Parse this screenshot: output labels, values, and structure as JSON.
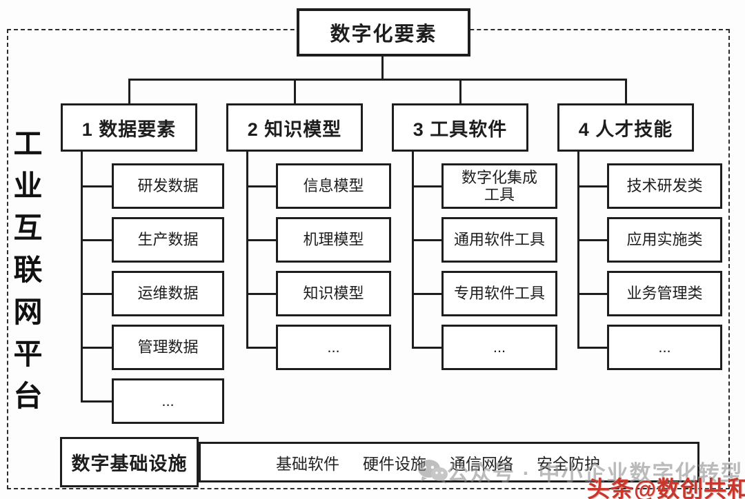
{
  "diagram": {
    "root_label": "数字化要素",
    "platform_label": "工业互联网平台",
    "columns": [
      {
        "label": "1 数据要素",
        "children": [
          "研发数据",
          "生产数据",
          "运维数据",
          "管理数据",
          "..."
        ]
      },
      {
        "label": "2 知识模型",
        "children": [
          "信息模型",
          "机理模型",
          "知识模型",
          "..."
        ]
      },
      {
        "label": "3 工具软件",
        "children": [
          "数字化集成\n工具",
          "通用软件工具",
          "专用软件工具",
          "..."
        ]
      },
      {
        "label": "4 人才技能",
        "children": [
          "技术研发类",
          "应用实施类",
          "业务管理类",
          "..."
        ]
      }
    ],
    "infrastructure": {
      "label": "数字基础设施",
      "items": [
        "基础软件",
        "硬件设施",
        "通信网络",
        "安全防护"
      ]
    }
  },
  "watermarks": {
    "wechat_text": "公众号 · 中小企业数字化转型",
    "toutiao_text": "头条@数创共和"
  },
  "colors": {
    "line": "#1d1d1d",
    "toutiao_red": "#c9362c",
    "watermark_gray": "#8f8f8f"
  }
}
